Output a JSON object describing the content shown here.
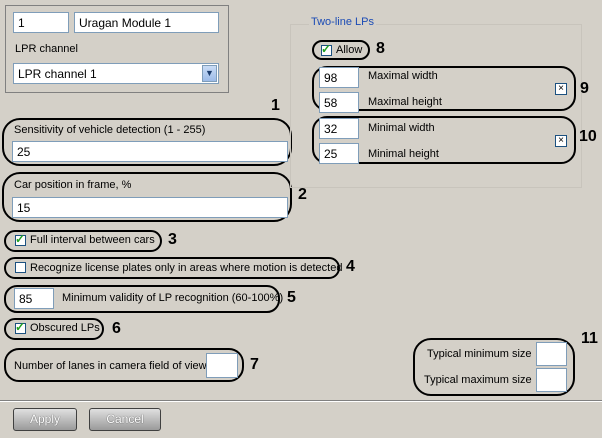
{
  "header": {
    "id_value": "1",
    "module_name": "Uragan Module 1",
    "lpr_channel_label": "LPR channel",
    "lpr_channel_value": "LPR channel 1"
  },
  "sensitivity": {
    "label": "Sensitivity of vehicle detection (1 - 255)",
    "value": "25",
    "marker": "1"
  },
  "car_position": {
    "label": "Car position in frame, %",
    "value": "15",
    "marker": "2"
  },
  "full_interval": {
    "label": "Full interval between cars",
    "checked": true,
    "marker": "3"
  },
  "recognize_motion": {
    "label": "Recognize license plates only in areas where motion is detected",
    "checked": false,
    "marker": "4"
  },
  "validity": {
    "value": "85",
    "label": "Minimum validity of LP recognition (60-100%)",
    "marker": "5"
  },
  "obscured": {
    "label": "Obscured LPs",
    "checked": true,
    "marker": "6"
  },
  "lanes": {
    "label": "Number of lanes in camera field of view",
    "value": "",
    "marker": "7"
  },
  "two_line": {
    "group_title": "Two-line LPs",
    "allow_label": "Allow",
    "allow_checked": true,
    "allow_marker": "8",
    "max_width_value": "98",
    "max_width_label": "Maximal width",
    "max_height_value": "58",
    "max_height_label": "Maximal height",
    "max_marker": "9",
    "min_width_value": "32",
    "min_width_label": "Minimal width",
    "min_height_value": "25",
    "min_height_label": "Minimal height",
    "min_marker": "10"
  },
  "typical": {
    "min_label": "Typical minimum size",
    "max_label": "Typical maximum size",
    "min_value": "",
    "max_value": "",
    "marker": "11"
  },
  "footer": {
    "apply_label": "Apply",
    "cancel_label": "Cancel"
  }
}
